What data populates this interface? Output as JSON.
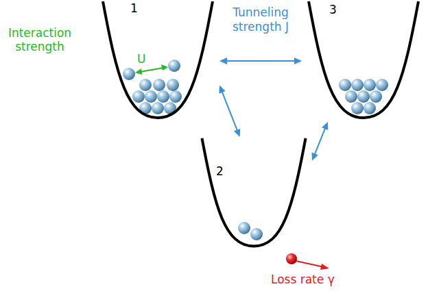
{
  "diagram": {
    "nodes": [
      {
        "text": [
          "1"
        ]
      },
      {
        "text": [
          "3"
        ]
      },
      {
        "text": [
          "2"
        ]
      }
    ],
    "edges": [
      {
        "from": 0,
        "to": 1,
        "label": "Tunneling strength J",
        "arrow": "both"
      },
      {
        "from": 0,
        "to": 2,
        "arrow": "both"
      },
      {
        "from": 1,
        "to": 2,
        "arrow": "both"
      }
    ],
    "labels": [
      "Interaction strength",
      "U",
      "Loss rate γ"
    ]
  }
}
